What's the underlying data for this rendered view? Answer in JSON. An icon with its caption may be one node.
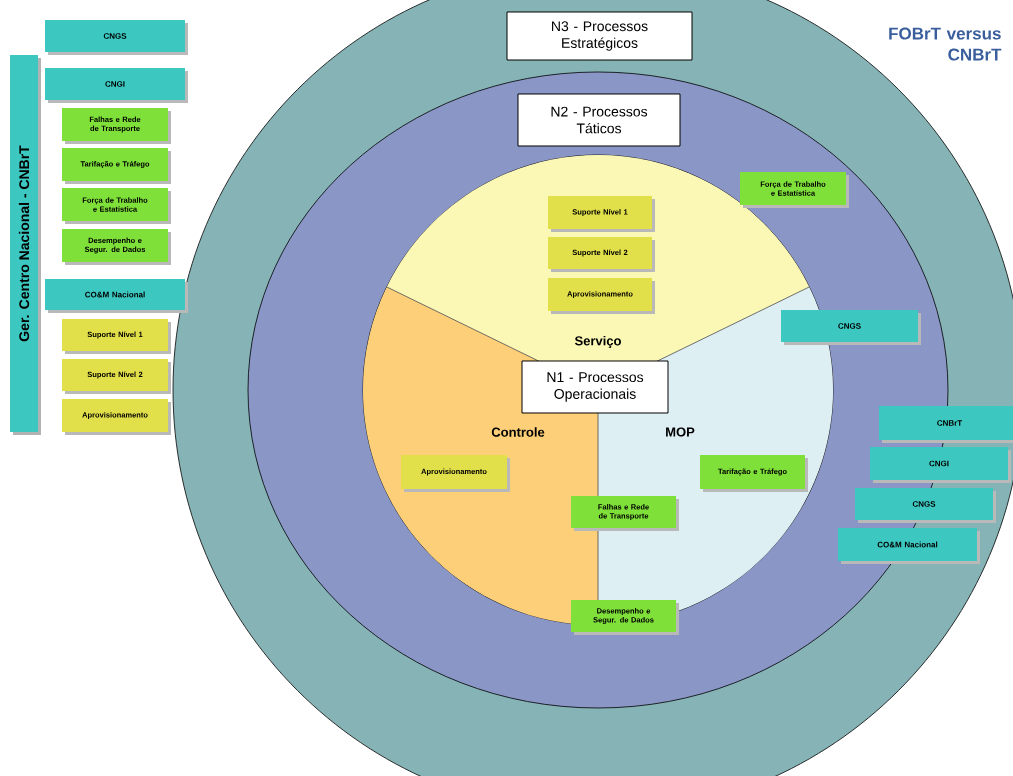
{
  "diagram": {
    "title": "FOBrT versus CNBrT",
    "nodes": [
      {
        "text": [
          "Ger. Centro Nacional - CNBrT"
        ]
      },
      {
        "text": [
          "CNGS"
        ]
      },
      {
        "text": [
          "CNGI"
        ]
      },
      {
        "text": [
          "Falhas e Rede de Transporte"
        ]
      },
      {
        "text": [
          "Tarifação e Tráfego"
        ]
      },
      {
        "text": [
          "Força de Trabalho e Estatística"
        ]
      },
      {
        "text": [
          "Desempenho e Segur. de Dados"
        ]
      },
      {
        "text": [
          "CO&M Nacional"
        ]
      },
      {
        "text": [
          "Suporte Nível 1"
        ]
      },
      {
        "text": [
          "Suporte Nível 2"
        ]
      },
      {
        "text": [
          "Aprovisionamento"
        ]
      },
      {
        "text": [],
        "shape": "circle"
      },
      {
        "text": [
          "N3 - Processos Estratégicos"
        ],
        "in": 11
      },
      {
        "text": [],
        "shape": "circle",
        "in": 11
      },
      {
        "text": [
          "N2 - Processos Táticos"
        ],
        "in": 13
      },
      {
        "text": [
          "Força de Trabalho e Estatística"
        ],
        "in": 13
      },
      {
        "text": [],
        "shape": "circle",
        "in": 13
      },
      {
        "text": [
          "Serviço"
        ],
        "in": 16
      },
      {
        "text": [
          "Suporte Nível 1"
        ],
        "in": 17
      },
      {
        "text": [
          "Suporte Nível 2"
        ],
        "in": 17
      },
      {
        "text": [
          "Aprovisionamento"
        ],
        "in": 17
      },
      {
        "text": [
          "CNGS"
        ],
        "in": 13
      },
      {
        "text": [
          "N1 - Processos Operacionais"
        ],
        "in": 16
      },
      {
        "text": [
          "Controle"
        ],
        "in": 16
      },
      {
        "text": [
          "Aprovisionamento"
        ],
        "in": 23
      },
      {
        "text": [
          "MOP"
        ],
        "in": 16
      },
      {
        "text": [
          "Tarifação e Tráfego"
        ],
        "in": 25
      },
      {
        "text": [
          "Falhas e Rede de Transporte"
        ],
        "in": 16
      },
      {
        "text": [
          "Desempenho e Segur. de Dados"
        ],
        "in": 13
      },
      {
        "text": [
          "CNBrT"
        ],
        "in": 11
      },
      {
        "text": [
          "CNGI"
        ],
        "in": 11
      },
      {
        "text": [
          "CNGS"
        ],
        "in": 11
      },
      {
        "text": [
          "CO&M Nacional"
        ],
        "in": 11
      }
    ],
    "edges": []
  }
}
